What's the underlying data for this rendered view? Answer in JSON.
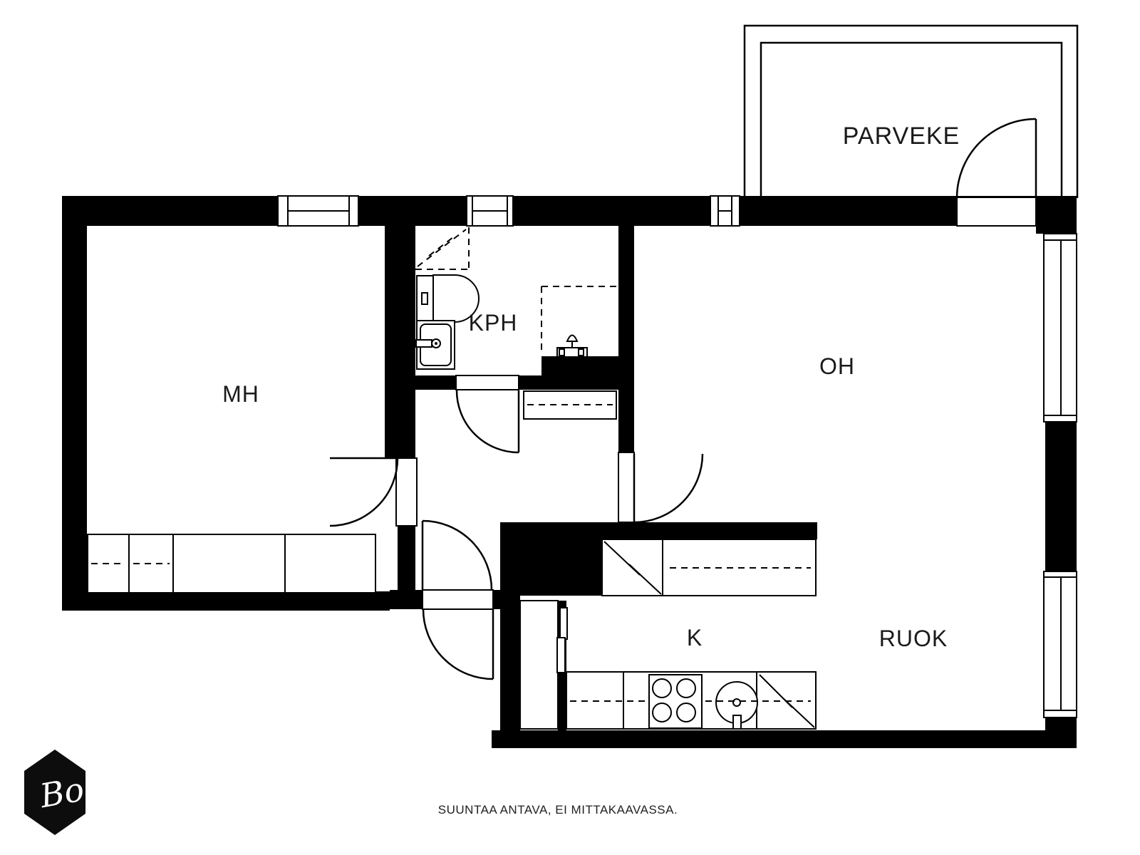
{
  "rooms": {
    "parveke": {
      "label": "PARVEKE"
    },
    "mh": {
      "label": "MH"
    },
    "kph": {
      "label": "KPH"
    },
    "oh": {
      "label": "OH"
    },
    "k": {
      "label": "K"
    },
    "ruok": {
      "label": "RUOK"
    }
  },
  "footer": {
    "disclaimer": "SUUNTAA ANTAVA, EI MITTAKAAVASSA."
  },
  "logo": {
    "text": "Bo"
  },
  "colors": {
    "wall": "#000000",
    "background": "#ffffff",
    "label": "#1a1a1a"
  }
}
